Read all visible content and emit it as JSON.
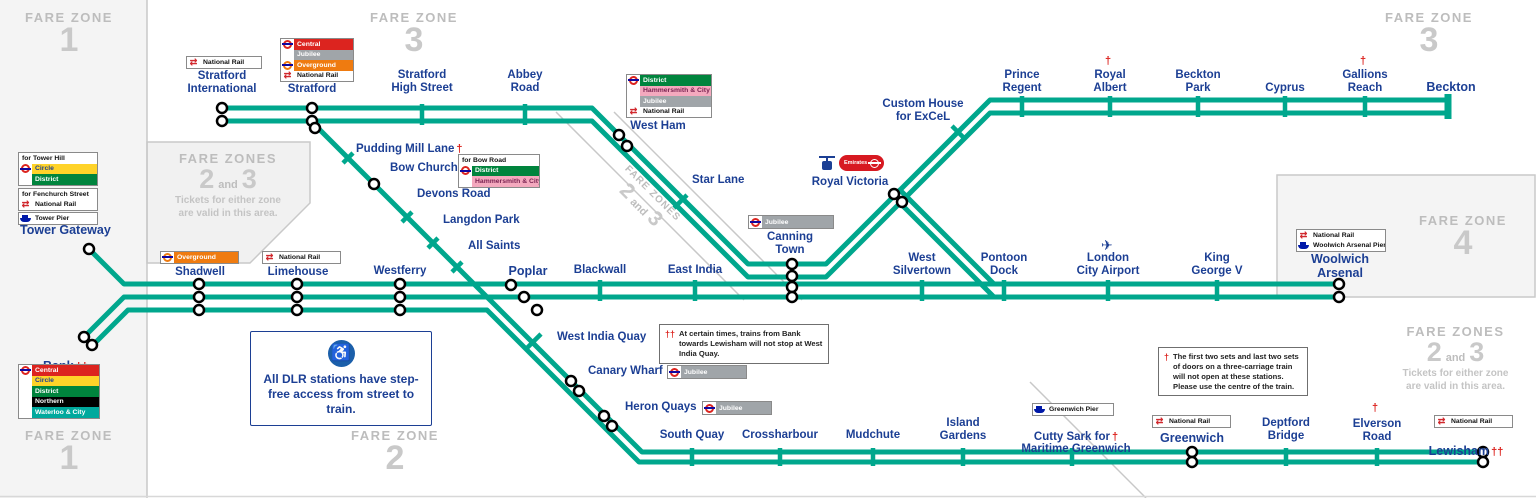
{
  "fare_zones": {
    "label": "FARE ZONE",
    "label_plural": "FARE ZONES",
    "z1": "1",
    "z2": "2",
    "z3": "3",
    "z4": "4",
    "and_word": "and",
    "either_note": "Tickets for either zone\nare valid in this area."
  },
  "lines": {
    "central": "Central",
    "circle": "Circle",
    "district": "District",
    "northern": "Northern",
    "waterloo_city": "Waterloo & City",
    "jubilee": "Jubilee",
    "overground": "Overground",
    "hammersmith_city": "Hammersmith & City",
    "national_rail": "National Rail"
  },
  "piers": {
    "tower": "Tower Pier",
    "woolwich": "Woolwich Arsenal Pier",
    "greenwich": "Greenwich Pier"
  },
  "headers": {
    "tower_hill": "for Tower Hill",
    "fenchurch": "for Fenchurch Street",
    "bow_road": "for Bow Road"
  },
  "symbols": {
    "dagger": "†",
    "double_dagger": "††",
    "plane": "✈",
    "wheelchair": "♿"
  },
  "notes": {
    "step_free": "All DLR stations have step-free access from street to train.",
    "west_india_quay": "At certain times, trains from Bank towards Lewisham will not stop at West India Quay.",
    "doors": "The first two sets and last two sets of doors on a three-carriage train will not open at these stations. Please use the centre of the train.",
    "emirates": "Emirates"
  },
  "stations": {
    "stratford_international": "Stratford\nInternational",
    "stratford": "Stratford",
    "stratford_high_street": "Stratford\nHigh Street",
    "abbey_road": "Abbey\nRoad",
    "west_ham": "West Ham",
    "pudding_mill_lane": "Pudding Mill Lane",
    "bow_church": "Bow Church",
    "devons_road": "Devons Road",
    "langdon_park": "Langdon Park",
    "all_saints": "All Saints",
    "star_lane": "Star Lane",
    "canning_town": "Canning\nTown",
    "royal_victoria": "Royal Victoria",
    "custom_house": "Custom House\nfor ExCeL",
    "prince_regent": "Prince\nRegent",
    "royal_albert": "Royal\nAlbert",
    "beckton_park": "Beckton\nPark",
    "cyprus": "Cyprus",
    "gallions_reach": "Gallions\nReach",
    "beckton": "Beckton",
    "tower_gateway": "Tower Gateway",
    "bank": "Bank",
    "shadwell": "Shadwell",
    "limehouse": "Limehouse",
    "westferry": "Westferry",
    "poplar": "Poplar",
    "blackwall": "Blackwall",
    "east_india": "East India",
    "west_silvertown": "West\nSilvertown",
    "pontoon_dock": "Pontoon\nDock",
    "london_city_airport": "London\nCity Airport",
    "king_george_v": "King\nGeorge V",
    "woolwich_arsenal": "Woolwich\nArsenal",
    "west_india_quay": "West India Quay",
    "canary_wharf": "Canary Wharf",
    "heron_quays": "Heron Quays",
    "south_quay": "South Quay",
    "crossharbour": "Crossharbour",
    "mudchute": "Mudchute",
    "island_gardens": "Island\nGardens",
    "cutty_sark_line1": "Cutty Sark for",
    "cutty_sark_line2": "Maritime Greenwich",
    "greenwich": "Greenwich",
    "deptford_bridge": "Deptford\nBridge",
    "elverson_road": "Elverson\nRoad",
    "lewisham": "Lewisham"
  }
}
